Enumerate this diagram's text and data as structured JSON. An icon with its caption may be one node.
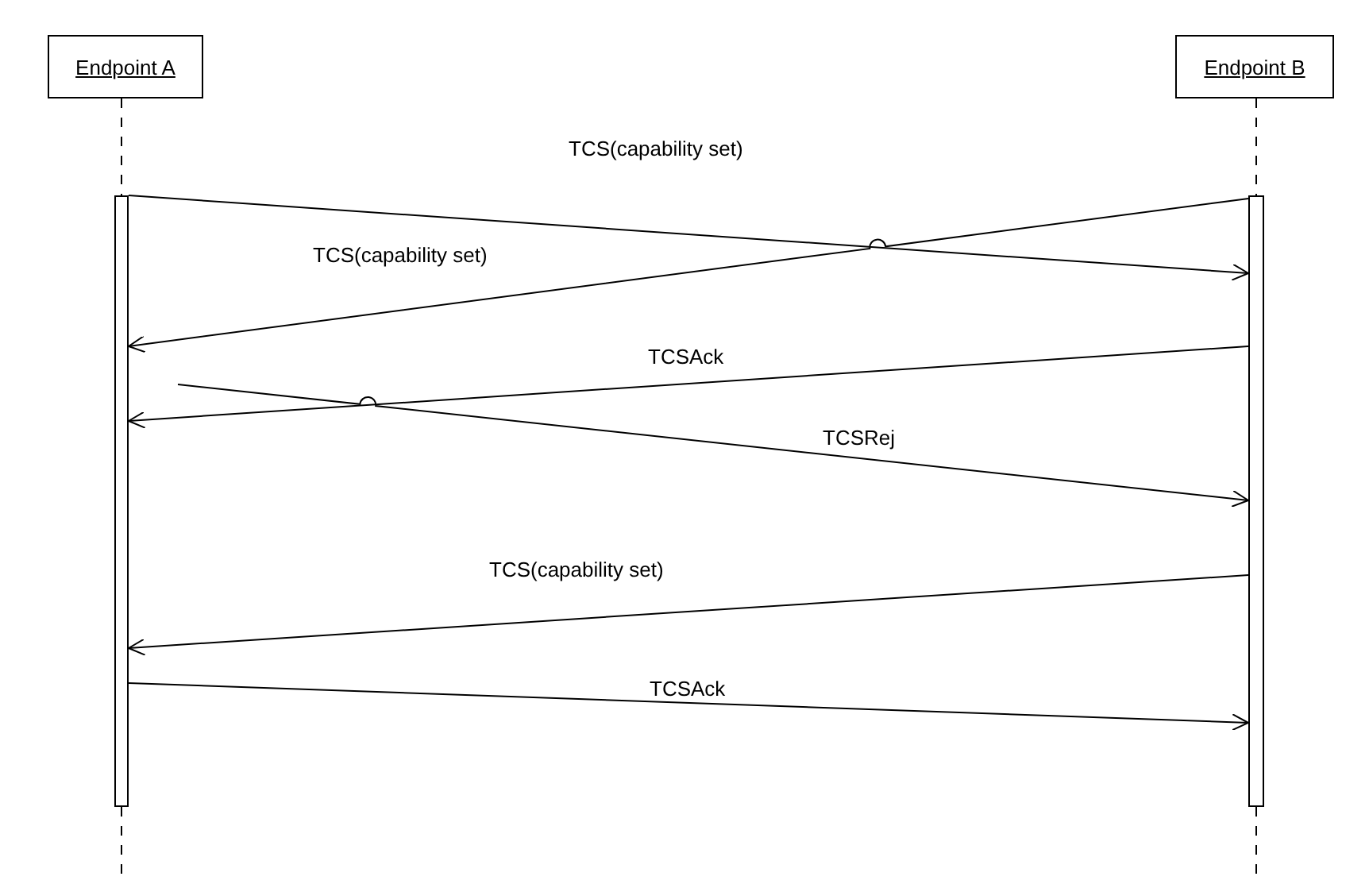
{
  "diagram": {
    "nodes": [
      {
        "text": [
          "Endpoint A"
        ]
      },
      {
        "text": [
          "Endpoint B"
        ]
      },
      {
        "text": [],
        "shape": "bar"
      },
      {
        "text": [],
        "shape": "bar"
      }
    ],
    "edges": [
      {
        "from": 2,
        "to": 3,
        "arrow": "to",
        "label": "TCS(capability set)"
      },
      {
        "from": 3,
        "to": 2,
        "arrow": "to",
        "label": "TCS(capability set)"
      },
      {
        "from": 3,
        "to": 2,
        "arrow": "to",
        "label": "TCSAck"
      },
      {
        "from": 2,
        "to": 3,
        "arrow": "to",
        "label": "TCSRej"
      },
      {
        "from": 3,
        "to": 2,
        "arrow": "to",
        "label": "TCS(capability set)"
      },
      {
        "from": 2,
        "to": 3,
        "arrow": "to",
        "label": "TCSAck"
      },
      {
        "from": 0,
        "to": 2,
        "arrow": "none",
        "style": "dashed"
      },
      {
        "from": 1,
        "to": 3,
        "arrow": "none",
        "style": "dashed"
      },
      {
        "from": 2,
        "to": null,
        "arrow": "none",
        "style": "dashed"
      },
      {
        "from": 3,
        "to": null,
        "arrow": "none",
        "style": "dashed"
      }
    ]
  }
}
